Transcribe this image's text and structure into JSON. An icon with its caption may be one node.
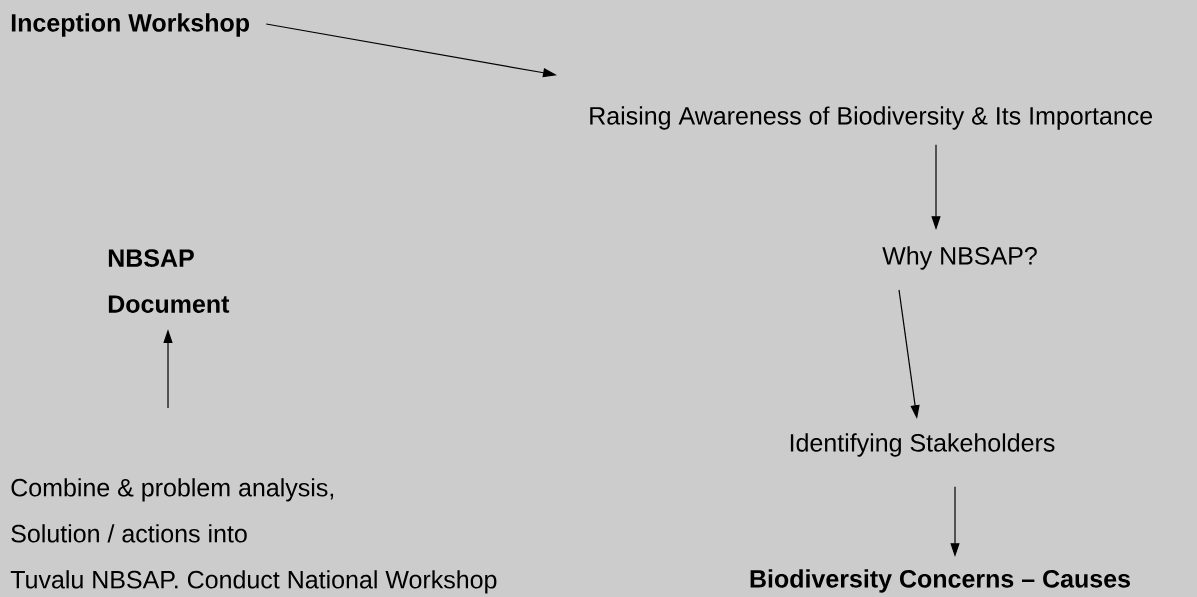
{
  "diagram": {
    "nodes": [
      {
        "text": [
          "Inception Workshop"
        ]
      },
      {
        "text": [
          "Raising Awareness of Biodiversity & Its Importance"
        ]
      },
      {
        "text": [
          "Why NBSAP?"
        ]
      },
      {
        "text": [
          "NBSAP Document"
        ]
      },
      {
        "text": [
          "Identifying Stakeholders"
        ]
      },
      {
        "text": [
          "Combine & problem analysis,",
          "Solution / actions into",
          "Tuvalu NBSAP. Conduct National Workshop"
        ]
      },
      {
        "text": [
          "Biodiversity Concerns – Causes"
        ]
      }
    ],
    "edges": [
      {
        "from": 0,
        "to": 1,
        "arrow": "to"
      },
      {
        "from": 1,
        "to": 2,
        "arrow": "to"
      },
      {
        "from": 2,
        "to": 4,
        "arrow": "to"
      },
      {
        "from": 4,
        "to": 6,
        "arrow": "to"
      },
      {
        "from": 5,
        "to": 3,
        "arrow": "to"
      }
    ]
  }
}
